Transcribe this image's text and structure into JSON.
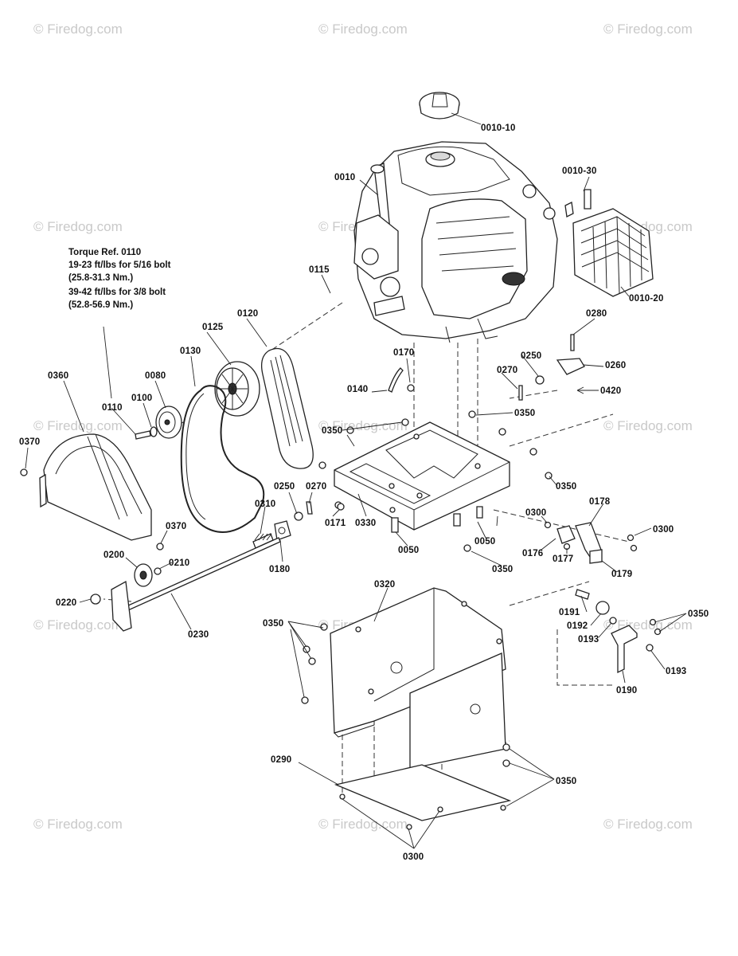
{
  "watermark": "© Firedog.com",
  "torque_note": {
    "line1": "Torque Ref. 0110",
    "line2": "19-23 ft/lbs for 5/16 bolt",
    "line3": "(25.8-31.3 Nm.)",
    "line4": "39-42 ft/lbs for 3/8 bolt",
    "line5": "(52.8-56.9 Nm.)"
  },
  "part_labels": [
    "0010-10",
    "0010",
    "0010-30",
    "0010-20",
    "0115",
    "0120",
    "0125",
    "0130",
    "0080",
    "0100",
    "0110",
    "0360",
    "0370",
    "0170",
    "0140",
    "0280",
    "0250",
    "0270",
    "0260",
    "0420",
    "0350",
    "0171",
    "0330",
    "0310",
    "0180",
    "0050",
    "0300",
    "0178",
    "0176",
    "0177",
    "0179",
    "0200",
    "0210",
    "0220",
    "0230",
    "0320",
    "0191",
    "0192",
    "0193",
    "0190",
    "0290"
  ]
}
